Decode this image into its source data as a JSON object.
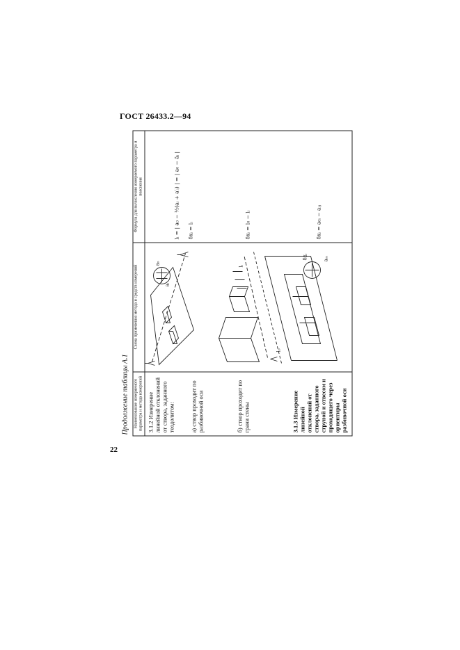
{
  "doc": {
    "header": "ГОСТ 26433.2—94",
    "page_number": "22",
    "continuation": "Продолжение таблицы А.1"
  },
  "table": {
    "headers": {
      "col1": "Наименование измеряемого параметра и метода измерений",
      "col2": "Схема применения метода и средств измерений",
      "col3": "Формула для вычисления измеряемого параметра и пояснения"
    },
    "row1": {
      "title": "3.1.2 Измерение линейной отклонений от створа, заданного теодолитом:",
      "sub_a": "а) створ проходит по разбивочной оси",
      "sub_b": "б) створ проходит по грани стены",
      "formula1": "lᵢ = | a₀ − ½(aᵢ + a′ᵢ) | = | a₀ − āᵢ |",
      "formula2": "δxᵢ = lᵢ",
      "formula3": "δxᵢ = l₀ − lᵢ"
    },
    "row2": {
      "title": "3.1.3 Измерение линейной отклонений от створа, заданного струной и отвесом и проходящего через ориентиры разбивочной оси",
      "formula": "δxᵢ = a₀ᵢ − aᵢⱼ"
    },
    "labels": {
      "a0": "a₀",
      "l0": "l₀",
      "li": "lᵢ",
      "ai": "aᵢ",
      "a0i": "a₀ᵢ",
      "dxi": "δxᵢ"
    }
  }
}
